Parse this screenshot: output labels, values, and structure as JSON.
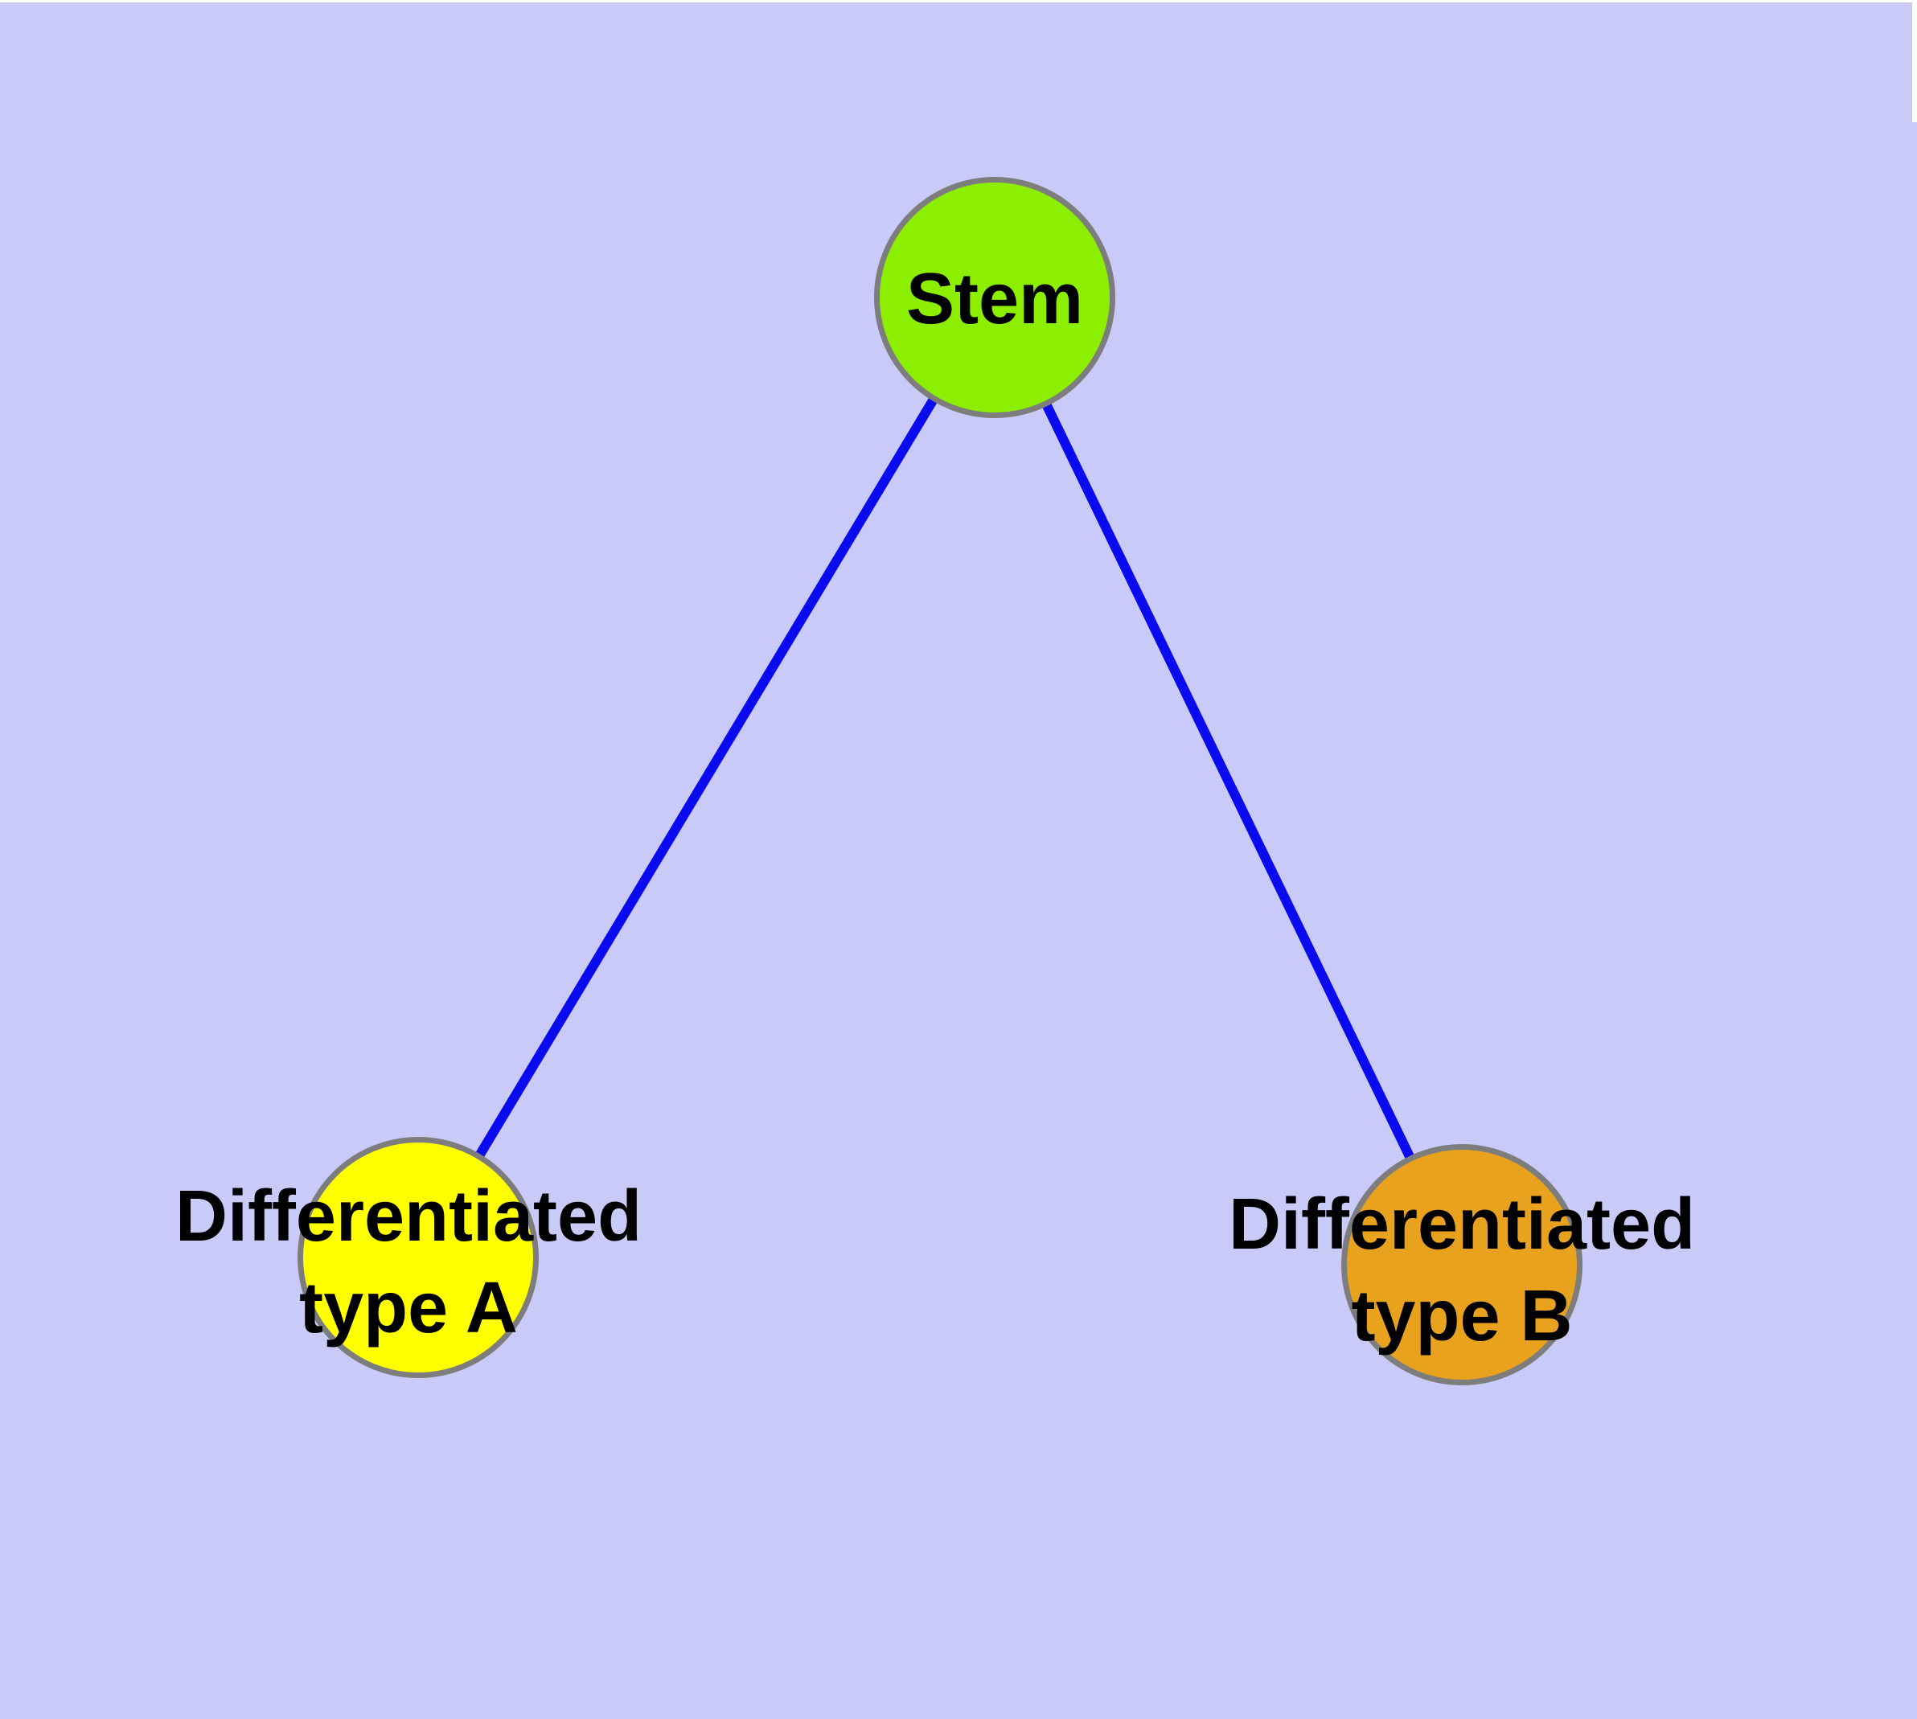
{
  "diagram": {
    "title": "stem cell differentiation graph",
    "background_color": "#cacaf8",
    "edge_color": "#0a0aee",
    "node_border_color": "#7d7d7d",
    "nodes": [
      {
        "id": "stem",
        "label_lines": {
          "0": "Stem"
        },
        "fill": "#8cef00"
      },
      {
        "id": "differentiated-type-a",
        "label_lines": {
          "0": "Differentiated",
          "1": "type A"
        },
        "fill": "#ffff00"
      },
      {
        "id": "differentiated-type-b",
        "label_lines": {
          "0": "Differentiated",
          "1": "type B"
        },
        "fill": "#e8a21d"
      }
    ],
    "edges": [
      {
        "from": "stem",
        "to": "differentiated-type-a"
      },
      {
        "from": "stem",
        "to": "differentiated-type-b"
      }
    ]
  }
}
